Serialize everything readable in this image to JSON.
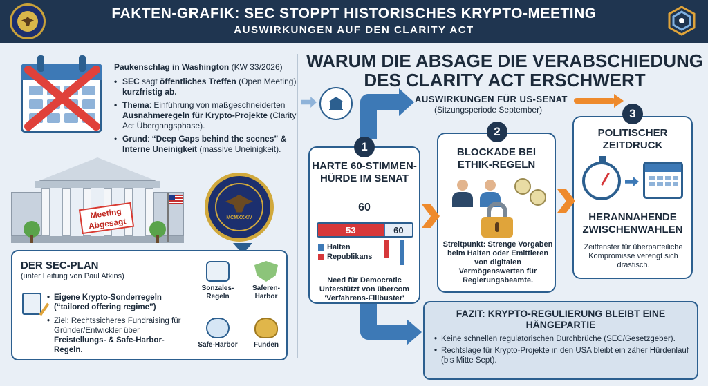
{
  "header": {
    "title": "FAKTEN-GRAFIK: SEC STOPPT HISTORISCHES KRYPTO-MEETING",
    "subtitle": "AUSWIRKUNGEN AUF DEN CLARITY ACT"
  },
  "intro": {
    "lead_bold": "Paukenschlag in Washington",
    "lead_rest": " (KW 33/2026)",
    "items": [
      {
        "p1": "SEC",
        "p2": " sagt ",
        "p3": "öffentliches Treffen",
        "p4": " (Open Meeting) ",
        "p5": "kurzfristig ab."
      },
      {
        "p1": "Thema",
        "p2": ": Einführung von maßgeschneiderten ",
        "p3": "Ausnahmeregeln für Krypto-Projekte",
        "p4": " (Clarity Act Übergangsphase).",
        "p5": ""
      },
      {
        "p1": "Grund",
        "p2": ": ",
        "p3": "“Deep Gaps behind the scenes” &",
        "p4": " ",
        "p5": "Interne Uneinigkeit"
      }
    ],
    "item3_tail": " (massive Uneinigkeit)."
  },
  "building": {
    "sign": "Meeting Abgesagt"
  },
  "sec_seal": {
    "roman": "MCMXXXIV"
  },
  "plan": {
    "title": "DER SEC-PLAN",
    "subtitle": "(unter Leitung von Paul Atkins)",
    "items": [
      {
        "bold": "Eigene Krypto-Sonderregeln (“tailored offering regime”)",
        "rest": ""
      },
      {
        "bold_lead": "",
        "rest": "Ziel: Rechtssicheres Fundraising für Gründer/Entwickler über ",
        "bold": "Freistellungs- & Safe-Harbor-Regeln."
      }
    ],
    "icons": [
      {
        "label": "Sonzales-Regeln",
        "icon": "checklist-icon"
      },
      {
        "label": "Saferen-Harbor",
        "icon": "shield-hands-icon"
      },
      {
        "label": "Safe-Harbor",
        "icon": "cloud-icon"
      },
      {
        "label": "Funden",
        "icon": "money-bag-icon"
      }
    ]
  },
  "right": {
    "title": "WARUM DIE ABSAGE DIE VERABSCHIEDUNG DES CLARITY ACT ERSCHWERT",
    "senat_title": "AUSWIRKUNGEN FÜR US-SENAT",
    "senat_sub": "(Sitzungsperiode September)",
    "cards": [
      {
        "num": "1",
        "title": "HARTE 60-STIMMEN-HÜRDE IM SENAT",
        "big": "60",
        "bar_red": 53,
        "bar_blue": 60,
        "legend": [
          "Halten",
          "Republikans"
        ],
        "note": "Need für Democratic Unterstützt von übercom 'Verfahrens-Filibuster'"
      },
      {
        "num": "2",
        "title": "BLOCKADE BEI ETHIK-REGELN",
        "note": "Streitpunkt: Strenge Vorgaben beim Halten oder Emittieren von digitalen Vermögenswerten für Regierungsbeamte."
      },
      {
        "num": "3",
        "title": "POLITISCHER ZEITDRUCK",
        "title2": "HERANNAHENDE ZWISCHENWAHLEN",
        "note": "Zeitfenster für überparteiliche Kompromisse verengt sich drastisch."
      }
    ],
    "fazit": {
      "title": "FAZIT: KRYPTO-REGULIERUNG BLEIBT EINE HÄNGEPARTIE",
      "items": [
        "Keine schnellen regulatorischen Durchbrüche (SEC/Gesetzgeber).",
        "Rechtslage für Krypto-Projekte in den USA bleibt ein zäher Hürdenlauf (bis Mitte Sept)."
      ]
    }
  },
  "colors": {
    "header_bg": "#1f3550",
    "accent_blue": "#3d79b6",
    "accent_orange": "#ee8a2c",
    "accent_red": "#d6383a"
  }
}
